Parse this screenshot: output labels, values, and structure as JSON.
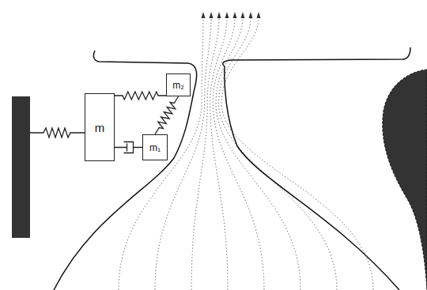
{
  "diagram": {
    "nodes": [
      {
        "text": [
          "m"
        ]
      },
      {
        "text": [
          "m₂"
        ]
      },
      {
        "text": [
          "m₁"
        ]
      }
    ],
    "edges": [
      {
        "from": 0,
        "to": 1,
        "arrow": "none"
      },
      {
        "from": 0,
        "to": 2,
        "arrow": "none"
      },
      {
        "from": 2,
        "to": 1,
        "arrow": "none"
      }
    ]
  }
}
